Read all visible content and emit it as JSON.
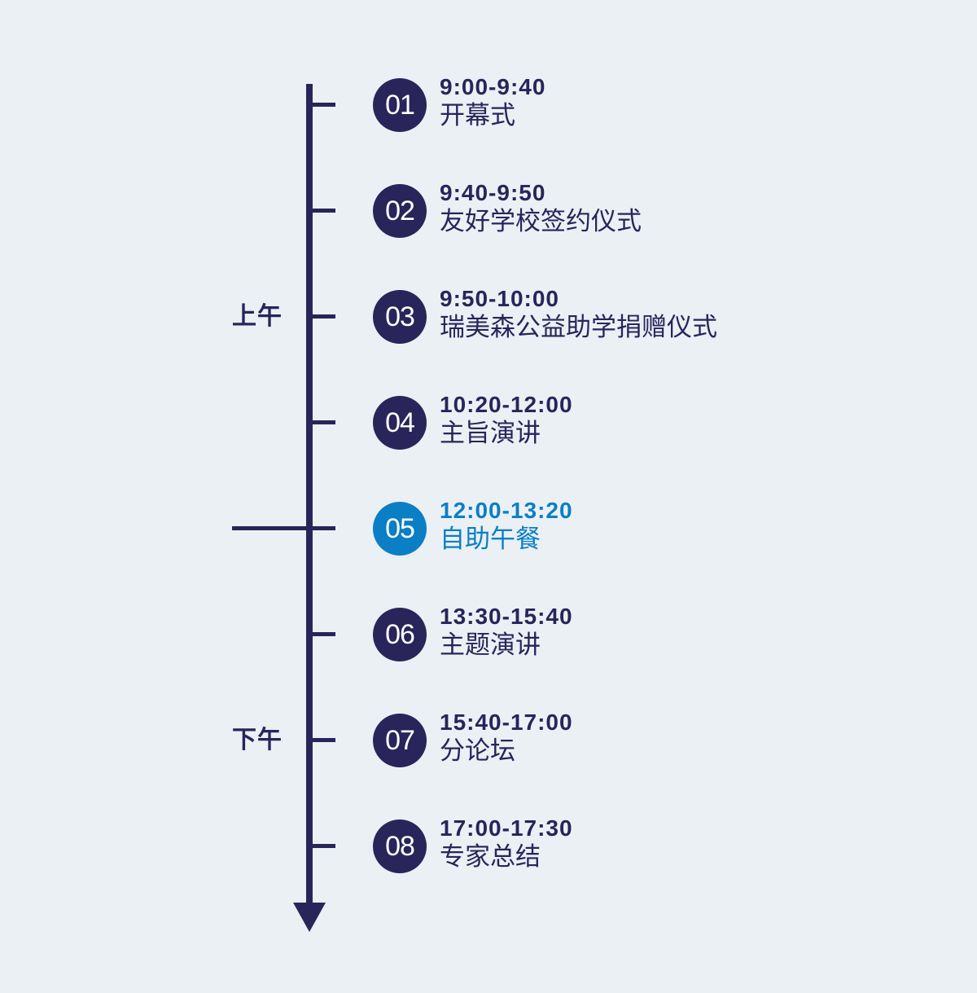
{
  "periods": {
    "morning": "上午",
    "afternoon": "下午"
  },
  "colors": {
    "primary": "#29245a",
    "highlight": "#0a7fc5",
    "background": "#ebf0f5"
  },
  "items": [
    {
      "num": "01",
      "time": "9:00-9:40",
      "title": "开幕式"
    },
    {
      "num": "02",
      "time": "9:40-9:50",
      "title": "友好学校签约仪式"
    },
    {
      "num": "03",
      "time": "9:50-10:00",
      "title": "瑞美森公益助学捐赠仪式"
    },
    {
      "num": "04",
      "time": "10:20-12:00",
      "title": "主旨演讲"
    },
    {
      "num": "05",
      "time": "12:00-13:20",
      "title": "自助午餐"
    },
    {
      "num": "06",
      "time": "13:30-15:40",
      "title": "主题演讲"
    },
    {
      "num": "07",
      "time": "15:40-17:00",
      "title": "分论坛"
    },
    {
      "num": "08",
      "time": "17:00-17:30",
      "title": "专家总结"
    }
  ]
}
